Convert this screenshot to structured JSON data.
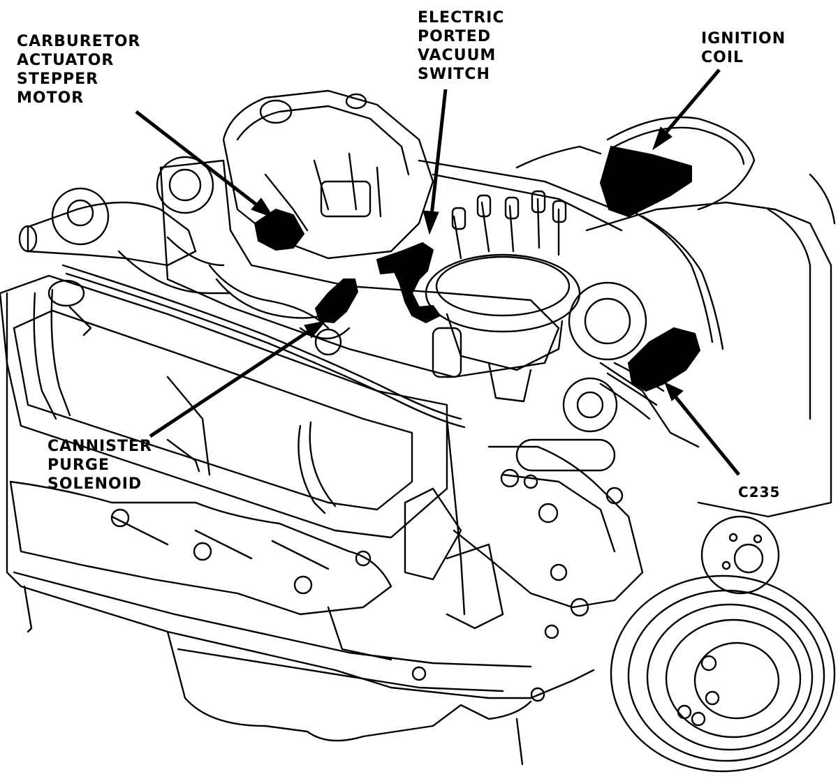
{
  "labels": {
    "carburetor": [
      "CARBURETOR",
      "ACTUATOR",
      "STEPPER",
      "MOTOR"
    ],
    "vacuum_switch": [
      "ELECTRIC",
      "PORTED",
      "VACUUM",
      "SWITCH"
    ],
    "ignition_coil": [
      "IGNITION",
      "COIL"
    ],
    "purge_solenoid": [
      "CANNISTER",
      "PURGE",
      "SOLENOID"
    ],
    "connector": "C235"
  },
  "colors": {
    "ink": "#000000",
    "paper": "#ffffff"
  }
}
